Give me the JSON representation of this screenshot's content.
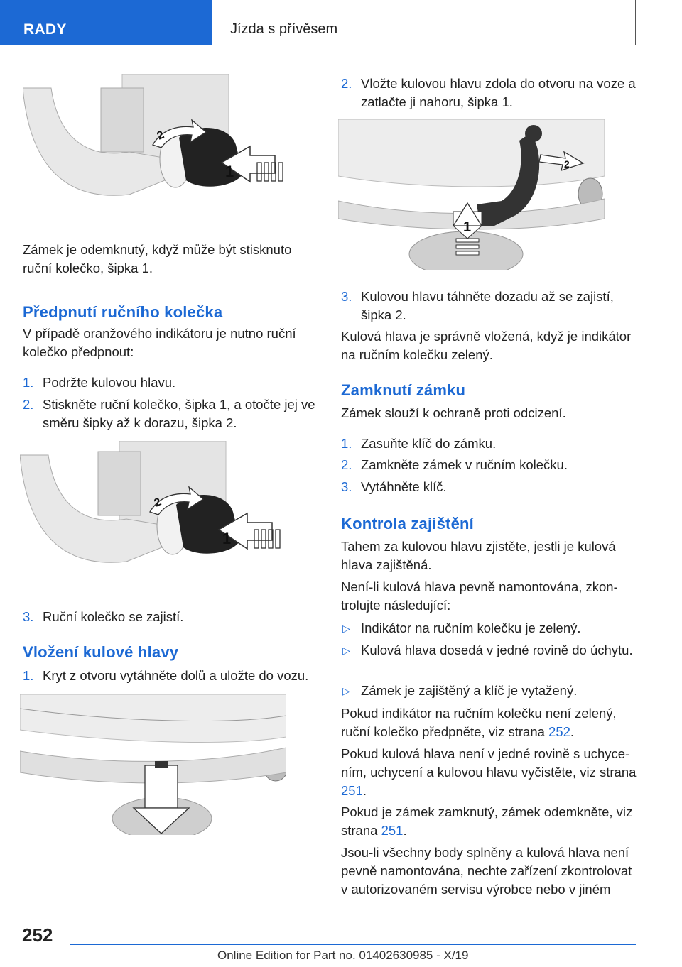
{
  "header": {
    "section": "RADY",
    "title": "Jízda s přívěsem"
  },
  "left": {
    "p_unlocked": "Zámek je odemknutý, když může být stisknuto ruční kolečko, šipka 1.",
    "h_pretension": "Předpnutí ručního kolečka",
    "p_pretension": "V případě oranžového indikátoru je nutno ruční kolečko předpnout:",
    "steps_pretension": [
      {
        "n": "1.",
        "t": "Podržte kulovou hlavu."
      },
      {
        "n": "2.",
        "t": "Stiskněte ruční kolečko, šipka 1, a otočte jej ve směru šipky až k dorazu, šipka 2."
      }
    ],
    "step3": {
      "n": "3.",
      "t": "Ruční kolečko se zajistí."
    },
    "h_insert": "Vložení kulové hlavy",
    "step_insert1": {
      "n": "1.",
      "t": "Kryt z otvoru vytáhněte dolů a uložte do vozu."
    }
  },
  "right": {
    "step_insert2": {
      "n": "2.",
      "t": "Vložte kulovou hlavu zdola do otvoru na voze a zatlačte ji nahoru, šipka 1."
    },
    "step_insert3": {
      "n": "3.",
      "t": "Kulovou hlavu táhněte dozadu až se zajistí, šipka 2."
    },
    "p_inserted": "Kulová hlava je správně vložená, když je indikátor na ručním kolečku zelený.",
    "h_lock": "Zamknutí zámku",
    "p_lock": "Zámek slouží k ochraně proti odcizení.",
    "steps_lock": [
      {
        "n": "1.",
        "t": "Zasuňte klíč do zámku."
      },
      {
        "n": "2.",
        "t": "Zamkněte zámek v ručním kolečku."
      },
      {
        "n": "3.",
        "t": "Vytáhněte klíč."
      }
    ],
    "h_check": "Kontrola zajištění",
    "p_check1": "Tahem za kulovou hlavu zjistěte, jestli je kulová hlava zajištěná.",
    "p_check2": "Není-li kulová hlava pevně namontována, zkon-trolujte následující:",
    "bullets": [
      "Indikátor na ručním kolečku je zelený.",
      "Kulová hlava dosedá v jedné rovině do úchytu.",
      "Zámek je zajištěný a klíč je vytažený."
    ],
    "bullet_marker": "▷",
    "p_notgreen_a": "Pokud indikátor na ručním kolečku není zelený, ruční kolečko předpněte, viz strana ",
    "p_notgreen_link": "252",
    "p_notgreen_b": ".",
    "p_notflush_a": "Pokud kulová hlava není v jedné rovině s uchyce-ním, uchycení a kulovou hlavu vyčistěte, viz strana ",
    "p_notflush_link": "251",
    "p_notflush_b": ".",
    "p_locked_a": "Pokud je zámek zamknutý, zámek odemkněte, viz strana ",
    "p_locked_link": "251",
    "p_locked_b": ".",
    "p_final": "Jsou-li všechny body splněny a kulová hlava není pevně namontována, nechte zařízení zkontrolovat v autorizovaném servisu výrobce nebo v jiném"
  },
  "figures": {
    "arrow1": "1",
    "arrow2": "2"
  },
  "footer": {
    "page_number": "252",
    "edition": "Online Edition for Part no. 01402630985 - X/19"
  }
}
